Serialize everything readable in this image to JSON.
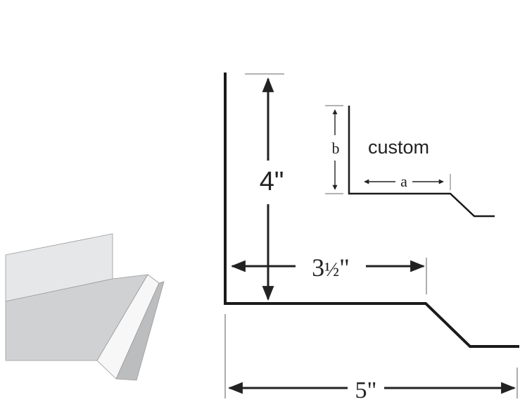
{
  "diagram": {
    "main": {
      "height_label": "4\"",
      "flange_label_whole": "3",
      "flange_label_fraction": "½",
      "flange_label_unit": "\"",
      "width_label": "5\""
    },
    "inset": {
      "title": "custom",
      "dim_a_label": "a",
      "dim_b_label": "b"
    }
  },
  "colors": {
    "profile_line": "#1a1a1a",
    "dimension_line": "#222222",
    "metal_light": "#e6e7e8",
    "metal_mid": "#d0d1d3",
    "metal_dark": "#bcbdbf",
    "metal_highlight": "#f7f7f7"
  }
}
